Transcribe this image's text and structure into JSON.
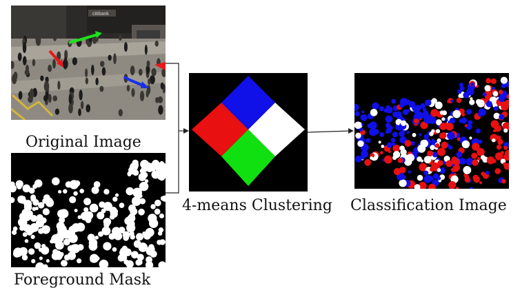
{
  "captions": {
    "original": "Original Image",
    "mask": "Foreground Mask",
    "clustering": "4-means Clustering",
    "classification": "Classification Image"
  },
  "photo": {
    "storefront_sign": "citibank"
  },
  "colors": {
    "cluster_top": "#1010e8",
    "cluster_left": "#e81010",
    "cluster_right": "#ffffff",
    "cluster_bottom": "#10e010",
    "background": "#000000",
    "mask_fg": "#ffffff",
    "arrow_green": "#1ee01e",
    "arrow_red": "#e81818",
    "arrow_blue": "#1830e8"
  }
}
